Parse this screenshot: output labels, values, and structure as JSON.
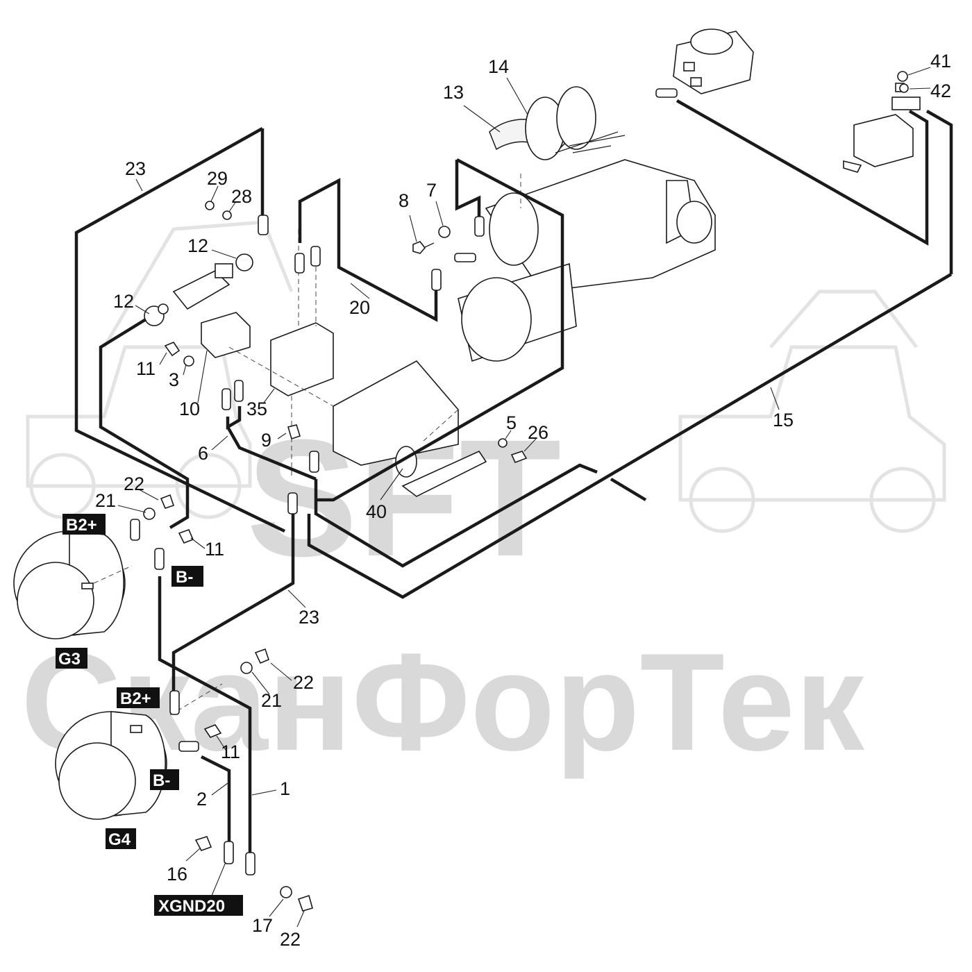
{
  "watermark": {
    "logo_text": "SFT",
    "brand_text": "СканФорТек"
  },
  "callouts": {
    "c41": "41",
    "c42": "42",
    "c14": "14",
    "c13": "13",
    "c23_top": "23",
    "c29": "29",
    "c28": "28",
    "c8": "8",
    "c7": "7",
    "c12_a": "12",
    "c12_b": "12",
    "c20": "20",
    "c11_a": "11",
    "c3": "3",
    "c10": "10",
    "c35": "35",
    "c5": "5",
    "c26": "26",
    "c15": "15",
    "c9": "9",
    "c6": "6",
    "c40": "40",
    "c22_a": "22",
    "c21_a": "21",
    "c11_b": "11",
    "c23_mid": "23",
    "c22_b": "22",
    "c21_b": "21",
    "c11_c": "11",
    "c1": "1",
    "c2": "2",
    "c16": "16",
    "c17": "17",
    "c22_c": "22"
  },
  "tags": {
    "b2plus_top": "B2+",
    "bminus_top": "B-",
    "g3": "G3",
    "b2plus_bottom": "B2+",
    "bminus_bottom": "B-",
    "g4": "G4",
    "xgnd20": "XGND20"
  },
  "colors": {
    "ink": "#111111",
    "watermark": "#d9d9d9",
    "paper": "#ffffff"
  }
}
